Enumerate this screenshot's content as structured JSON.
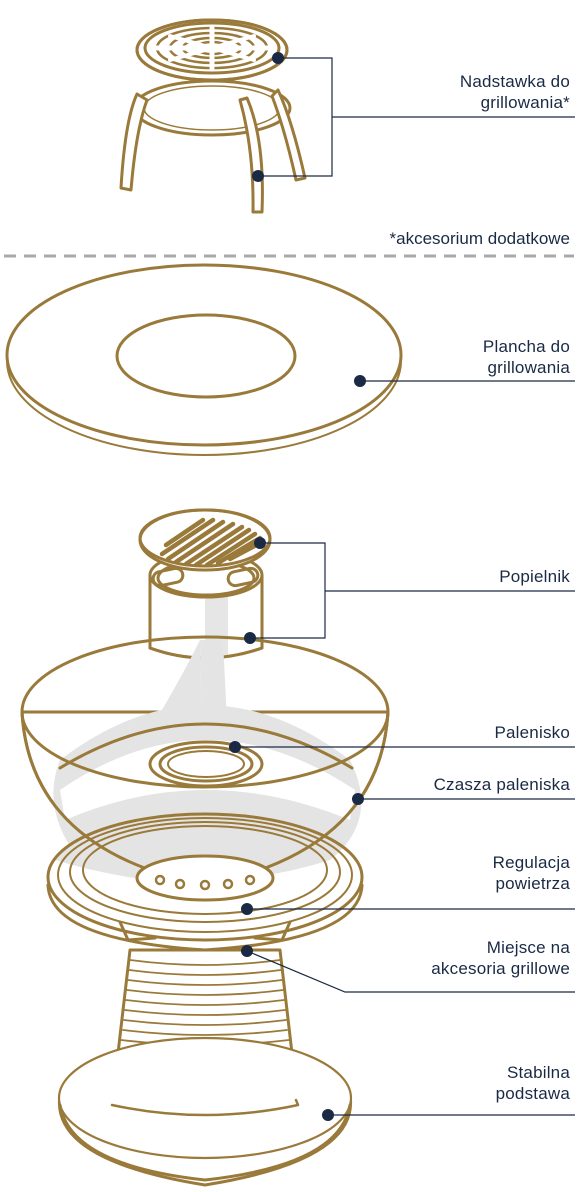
{
  "colors": {
    "gold": "#9a7a3a",
    "goldLight": "#c8a867",
    "navy": "#1a2a44",
    "divider": "#a8a8a8",
    "shade": "#e1e1e1"
  },
  "note": "*akcesorium dodatkowe",
  "labels": [
    {
      "id": "nadstawka",
      "text": "Nadstawka do\ngrillowania*"
    },
    {
      "id": "plancha",
      "text": "Plancha do\ngrillowania"
    },
    {
      "id": "popielnik",
      "text": "Popielnik"
    },
    {
      "id": "palenisko",
      "text": "Palenisko"
    },
    {
      "id": "czasza",
      "text": "Czasza paleniska"
    },
    {
      "id": "regulacja",
      "text": "Regulacja\npowietrza"
    },
    {
      "id": "miejsce",
      "text": "Miejsce na\nakcesoria grillowe"
    },
    {
      "id": "podstawa",
      "text": "Stabilna\npodstawa"
    }
  ]
}
